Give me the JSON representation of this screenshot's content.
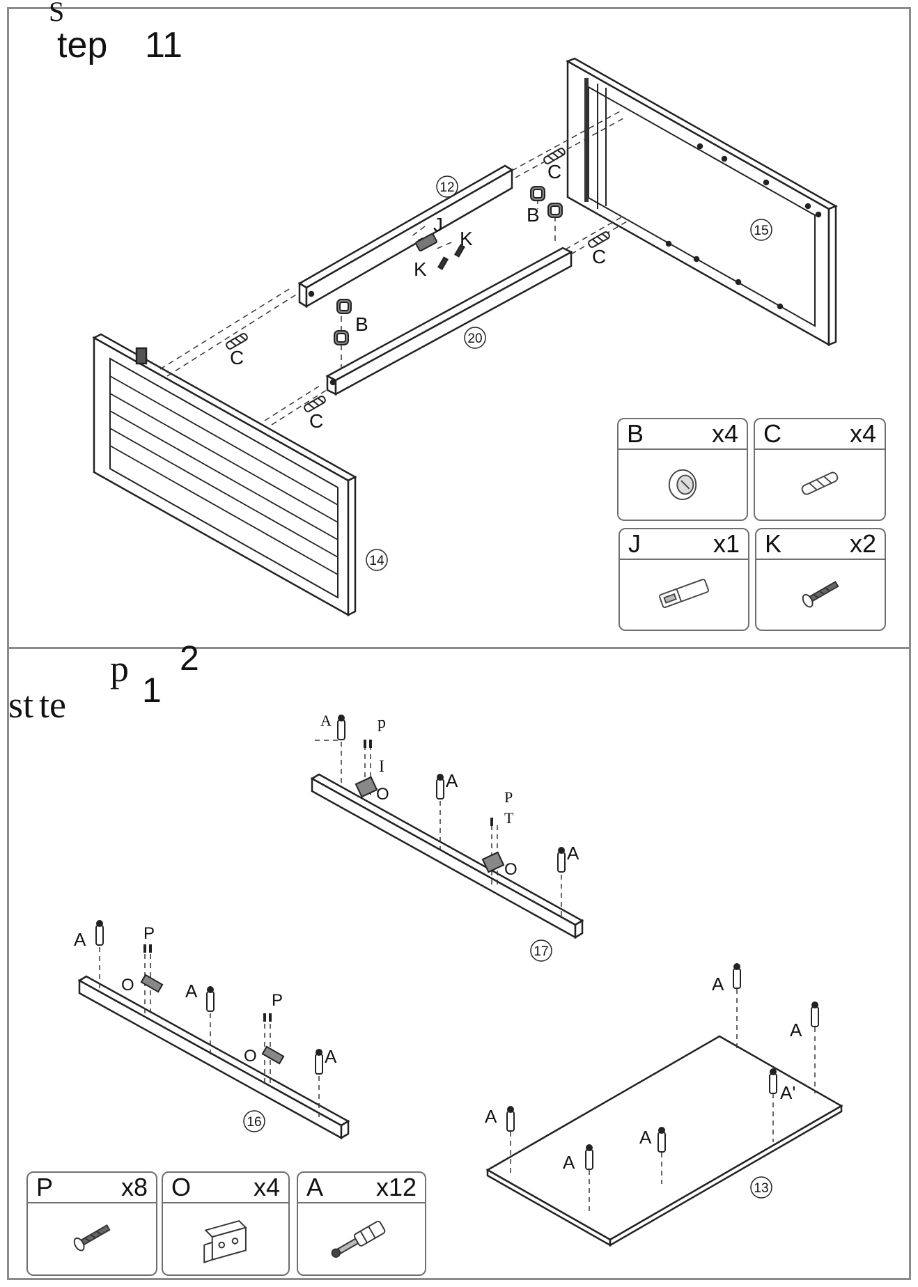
{
  "steps": [
    {
      "title_a": "S",
      "title_b": "tep",
      "title_c": "11",
      "callouts": {
        "part_12": "12",
        "part_15": "15",
        "part_20": "20",
        "part_14": "14",
        "j": "J",
        "k1": "K",
        "k2": "K",
        "b1": "B",
        "b2": "B",
        "c1": "C",
        "c2": "C",
        "c3": "C",
        "c4": "C"
      },
      "hardware": [
        {
          "letter": "B",
          "qty": "x4",
          "icon": "cam-lock-icon"
        },
        {
          "letter": "C",
          "qty": "x4",
          "icon": "dowel-icon"
        },
        {
          "letter": "J",
          "qty": "x1",
          "icon": "magnetic-catch-icon"
        },
        {
          "letter": "K",
          "qty": "x2",
          "icon": "screw-icon"
        }
      ]
    },
    {
      "title_a": "st",
      "title_b": "te",
      "title_c": "p",
      "title_d": "1",
      "title_e": "2",
      "callouts": {
        "a_top1": "A",
        "p_top1": "p",
        "i_top1": "I",
        "o_top1": "O",
        "dot": ".",
        "a_top2": "A",
        "p_top2": "P",
        "t_top2": "T",
        "o_top2": "O",
        "a_top3": "A",
        "part_17": "17",
        "a_left1": "A",
        "p_left1": "P",
        "o_left1": "O",
        "a_left2": "A",
        "p_left2": "P",
        "o_left2": "O",
        "a_left3": "A",
        "part_16": "16",
        "a_b1": "A",
        "a_b2": "A",
        "a_b3": "A'",
        "a_b4": "A",
        "a_b5": "A",
        "a_b6": "A",
        "part_13": "13"
      },
      "hardware": [
        {
          "letter": "P",
          "qty": "x8",
          "icon": "screw-icon"
        },
        {
          "letter": "O",
          "qty": "x4",
          "icon": "shelf-bracket-icon"
        },
        {
          "letter": "A",
          "qty": "x12",
          "icon": "cam-bolt-icon"
        }
      ]
    }
  ]
}
